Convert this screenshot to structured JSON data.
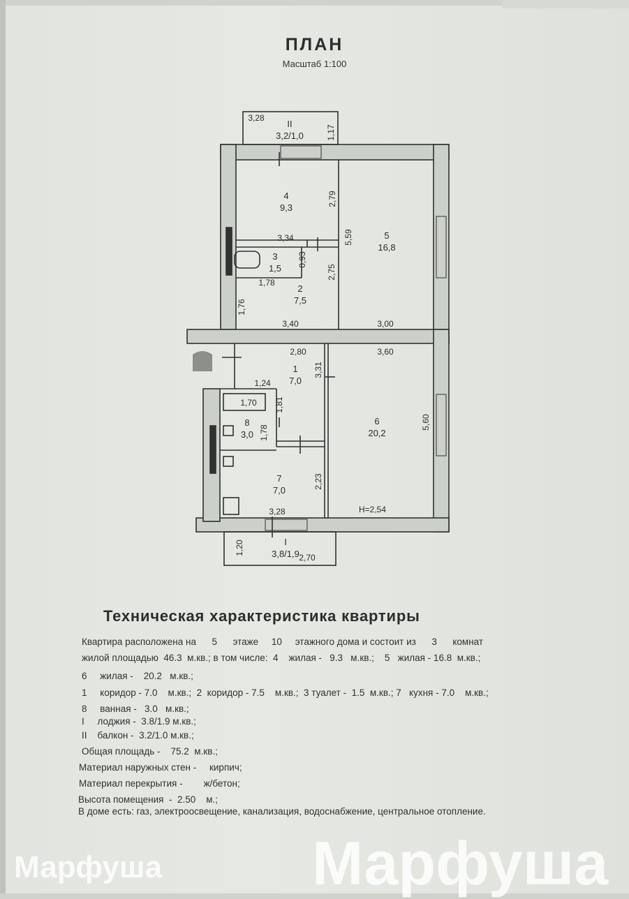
{
  "plan": {
    "title": "ПЛАН",
    "scale": "Масштаб 1:100",
    "rooms": [
      {
        "number": "4",
        "area": "9,3"
      },
      {
        "number": "5",
        "area": "16,8"
      },
      {
        "number": "3",
        "area": "1,5"
      },
      {
        "number": "2",
        "area": "7,5"
      },
      {
        "number": "1",
        "area": "7,0"
      },
      {
        "number": "6",
        "area": "20,2"
      },
      {
        "number": "8",
        "area": "3,0"
      },
      {
        "number": "7",
        "area": "7,0"
      },
      {
        "number": "II",
        "area": "3,2/1,0"
      },
      {
        "number": "I",
        "area": "3,8/1,9"
      }
    ],
    "dimensions": [
      "3,28",
      "1,17",
      "2,79",
      "5,59",
      "3,34",
      "0,93",
      "2,75",
      "1,78",
      "1,76",
      "3,40",
      "3,00",
      "2,80",
      "3,60",
      "3,31",
      "1,24",
      "1,81",
      "1,70",
      "1,78",
      "5,60",
      "2,23",
      "3,28",
      "1,20",
      "2,70"
    ],
    "height_label": "H=2,54"
  },
  "specs": {
    "title": "Техническая характеристика квартиры",
    "lines": [
      "Квартира расположена на      5      этаже     10     этажного дома и состоит из      3      комнат",
      "жилой площадью  46.3  м.кв.; в том числе:  4    жилая -   9.3   м.кв.;    5   жилая - 16.8  м.кв.;",
      "6     жилая -    20.2   м.кв.;",
      "1     коридор - 7.0    м.кв.;  2  коридор - 7.5    м.кв.;  3 туалет -  1.5  м.кв.; 7   кухня - 7.0    м.кв.;",
      "8     ванная -   3.0   м.кв.;",
      "I     лоджия -  3.8/1.9 м.кв.;",
      "II    балкон -  3.2/1.0 м.кв.;",
      "Общая площадь -    75.2  м.кв.;",
      "Материал наружных стен -     кирпич;",
      "Материал перекрытия -        ж/бетон;",
      "Высота помещения  -  2.50    м.;",
      "В доме есть: газ, электроосвещение, канализация, водоснабжение, центральное отопление."
    ]
  },
  "watermark": "Марфуша",
  "colors": {
    "paper": "#e3e5e0",
    "ink": "#2b2e2c",
    "wall": "#c9ccc6"
  }
}
